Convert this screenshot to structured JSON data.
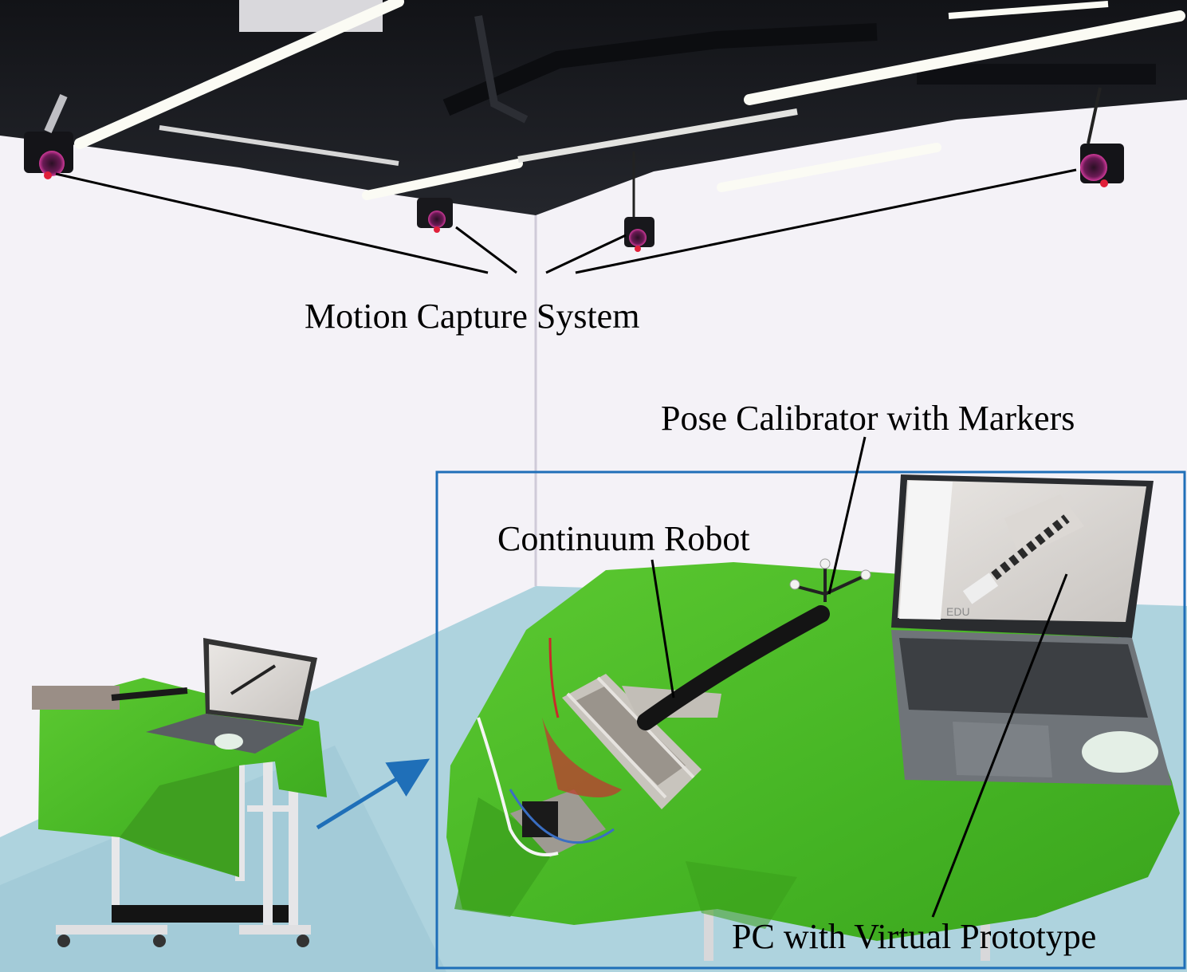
{
  "labels": {
    "motion_capture": "Motion Capture System",
    "pose_calibrator": "Pose Calibrator with Markers",
    "continuum_robot": "Continuum Robot",
    "pc": "PC with Virtual Prototype"
  },
  "screen_text": {
    "edu_watermark": "EDU"
  },
  "colors": {
    "ceiling": "#1c1d22",
    "wall": "#f4f2f7",
    "floor": "#aed3de",
    "green_cloth": "#4fbf2a",
    "highlight_box": "#1f6fb8",
    "arrow": "#1f6fb8",
    "leader_lines": "#000000",
    "laptop_body": "#6f7479",
    "camera_ring": "#c0308a"
  },
  "icons": {
    "cameras": "mocap-camera-icon",
    "marker": "reflective-marker-icon",
    "arrow": "arrow-icon"
  }
}
